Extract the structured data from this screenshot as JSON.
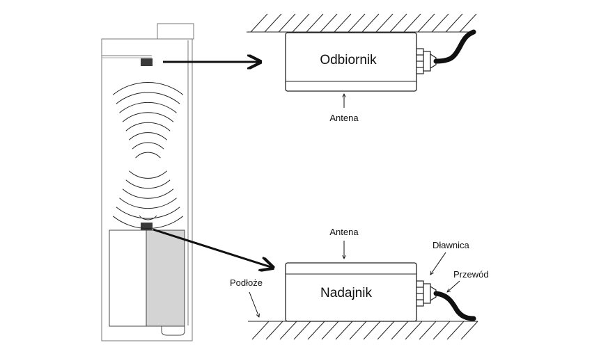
{
  "labels": {
    "receiver": "Odbiornik",
    "transmitter": "Nadajnik",
    "antenna_top": "Antena",
    "antenna_bottom": "Antena",
    "gland": "Dławnica",
    "cable": "Przewód",
    "ground": "Podłoże"
  }
}
